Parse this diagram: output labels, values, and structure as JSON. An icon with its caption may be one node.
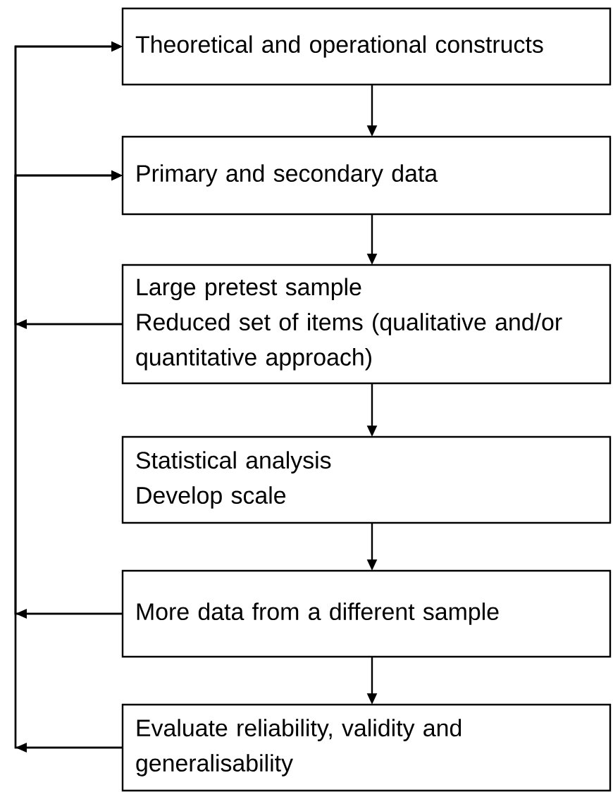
{
  "diagram": {
    "nodes": [
      {
        "text": [
          "Theoretical and operational constructs"
        ]
      },
      {
        "text": [
          "Primary and secondary data"
        ]
      },
      {
        "text": [
          "Large pretest sample",
          "Reduced set of items (qualitative and/or quantitative approach)"
        ]
      },
      {
        "text": [
          "Statistical analysis",
          "Develop scale"
        ]
      },
      {
        "text": [
          "More data from a different sample"
        ]
      },
      {
        "text": [
          "Evaluate reliability, validity and generalisability"
        ]
      }
    ],
    "edges": [
      {
        "from": 0,
        "to": 1,
        "arrow": "to"
      },
      {
        "from": 1,
        "to": 2,
        "arrow": "to"
      },
      {
        "from": 2,
        "to": 3,
        "arrow": "to"
      },
      {
        "from": 3,
        "to": 4,
        "arrow": "to"
      },
      {
        "from": 4,
        "to": 5,
        "arrow": "to"
      },
      {
        "from": 2,
        "to": 0,
        "arrow": "to"
      },
      {
        "from": 2,
        "to": 1,
        "arrow": "to"
      },
      {
        "from": 4,
        "to": 0,
        "arrow": "to"
      },
      {
        "from": 4,
        "to": 1,
        "arrow": "to"
      },
      {
        "from": 5,
        "to": 0,
        "arrow": "to"
      },
      {
        "from": 5,
        "to": 1,
        "arrow": "to"
      }
    ]
  }
}
